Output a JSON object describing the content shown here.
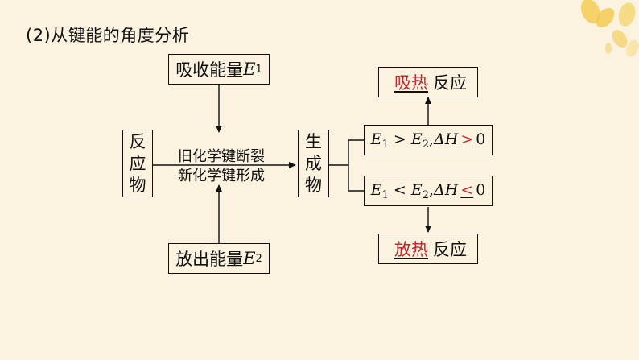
{
  "heading": "(2)从键能的角度分析",
  "absorb_box": {
    "text": "吸收能量",
    "var": "E",
    "sub": "1"
  },
  "release_box": {
    "text": "放出能量",
    "var": "E",
    "sub": "2"
  },
  "reactants": [
    "反",
    "应",
    "物"
  ],
  "products": [
    "生",
    "成",
    "物"
  ],
  "process": {
    "line1": "旧化学键断裂",
    "line2": "新化学键形成"
  },
  "cond_endo": {
    "e1": "E",
    "s1": "1",
    "op": " > ",
    "e2": "E",
    "s2": "2",
    "sep": ",",
    "dh": "ΔH",
    "blank": ">",
    "zero": "0"
  },
  "cond_exo": {
    "e1": "E",
    "s1": "1",
    "op": " < ",
    "e2": "E",
    "s2": "2",
    "sep": ",",
    "dh": "ΔH",
    "blank": "<",
    "zero": "0"
  },
  "result_endo": {
    "blank": "吸热",
    "text": "反应"
  },
  "result_exo": {
    "blank": "放热",
    "text": "反应"
  },
  "colors": {
    "background": "#fbf3e0",
    "answer_red": "#c0282d",
    "flower": "#f2c84b"
  }
}
